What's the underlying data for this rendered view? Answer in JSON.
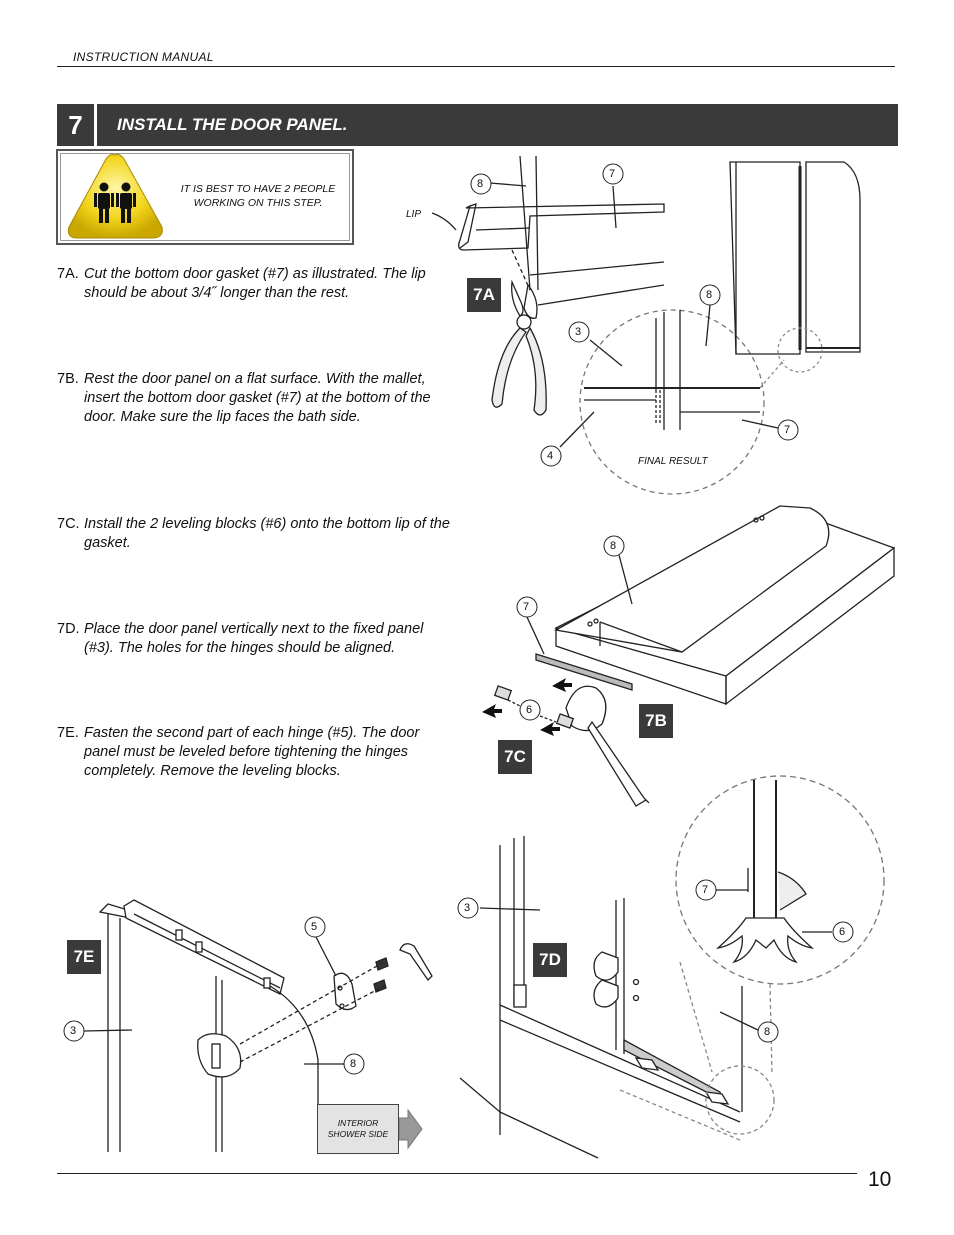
{
  "header": {
    "label": "INSTRUCTION MANUAL"
  },
  "step": {
    "number": "7",
    "title": "INSTALL THE DOOR PANEL."
  },
  "warning": {
    "text": "IT IS BEST TO HAVE 2 PEOPLE WORKING ON THIS STEP."
  },
  "instructions": [
    {
      "label": "7A.",
      "text": "Cut the bottom door gasket (#7) as illustrated. The lip should be about 3/4˝ longer than the rest."
    },
    {
      "label": "7B.",
      "text": "Rest the door panel on a flat surface.  With the mallet, insert the bottom door gasket (#7) at the bottom of the door. Make sure the lip faces the bath side."
    },
    {
      "label": "7C.",
      "text": "Install the 2 leveling blocks (#6) onto the bottom lip of the gasket."
    },
    {
      "label": "7D.",
      "text": "Place the door panel vertically next to the fixed panel (#3).  The holes for the hinges should be aligned."
    },
    {
      "label": "7E.",
      "text": "Fasten the second part of each hinge (#5). The door panel must be leveled before tightening the hinges completely.  Remove the leveling blocks."
    }
  ],
  "figures": {
    "fig7a": {
      "label": "7A",
      "lip": "LIP",
      "final_result": "FINAL RESULT"
    },
    "fig7b": {
      "label": "7B"
    },
    "fig7c": {
      "label": "7C"
    },
    "fig7d": {
      "label": "7D"
    },
    "fig7e": {
      "label": "7E",
      "interior": "INTERIOR SHOWER SIDE"
    }
  },
  "callouts": {
    "a8": "8",
    "a7": "7",
    "a8b": "8",
    "a3": "3",
    "a7b": "7",
    "a4": "4",
    "b8": "8",
    "b7": "7",
    "b6": "6",
    "d3": "3",
    "d7": "7",
    "d6": "6",
    "d8": "8",
    "e5": "5",
    "e3": "3",
    "e8": "8"
  },
  "footer": {
    "page_number": "10"
  },
  "colors": {
    "bar": "#3a3a3a",
    "warning_yellow": "#f2d51c"
  }
}
